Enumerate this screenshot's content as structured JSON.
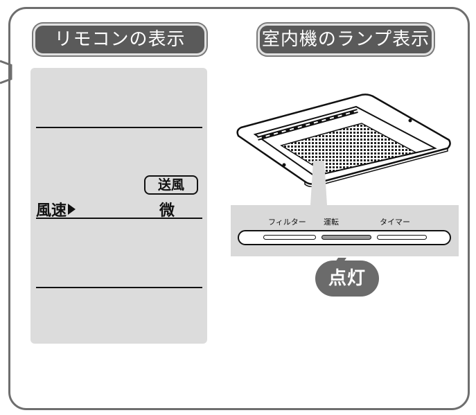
{
  "titles": {
    "remote_display": "リモコンの表示",
    "indoor_lamp_display": "室内機のランプ表示"
  },
  "remote": {
    "mode_label": "送風",
    "fan_speed_label": "風速",
    "fan_speed_value": "微"
  },
  "lamps": {
    "filter": "フィルター",
    "run": "運転",
    "timer": "タイマー",
    "lit_state": "運転",
    "lit_badge": "点灯"
  },
  "colors": {
    "pill_fill": "#5a5a5a",
    "panel_gray": "#dcdcdc",
    "lamp_lit": "#9a9a9a",
    "frame": "#6e6e6e"
  }
}
